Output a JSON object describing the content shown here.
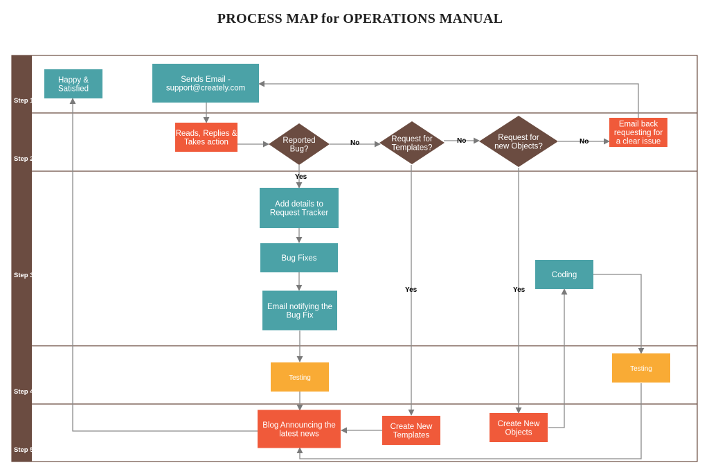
{
  "title": "PROCESS MAP for  OPERATIONS MANUAL",
  "colors": {
    "teal": "#4ba2a7",
    "orange_red": "#f05a3a",
    "amber": "#f9ab35",
    "brown": "#6b4c41",
    "sidebar": "#6b4c41",
    "connector": "#8a8a8a",
    "lane_border": "#6b4c41"
  },
  "lanes": [
    {
      "label": "Step 1"
    },
    {
      "label": "Step 2"
    },
    {
      "label": "Step 3"
    },
    {
      "label": "Step 4"
    },
    {
      "label": "Step 5"
    }
  ],
  "nodes": {
    "happy": {
      "lines": [
        "Happy &",
        "Satisfied"
      ],
      "shape": "rect",
      "color": "teal"
    },
    "sends_email": {
      "lines": [
        "Sends Email -",
        "support@creately.com"
      ],
      "shape": "rect",
      "color": "teal"
    },
    "reads": {
      "lines": [
        "Reads, Replies &",
        "Takes action"
      ],
      "shape": "rect",
      "color": "orange_red"
    },
    "reported_bug": {
      "lines": [
        "Reported",
        "Bug?"
      ],
      "shape": "diamond",
      "color": "brown"
    },
    "req_templates": {
      "lines": [
        "Request for",
        "Templates?"
      ],
      "shape": "diamond",
      "color": "brown"
    },
    "req_objects": {
      "lines": [
        "Request for",
        "new Objects?"
      ],
      "shape": "diamond",
      "color": "brown"
    },
    "email_back": {
      "lines": [
        "Email back",
        "requesting for",
        "a clear issue"
      ],
      "shape": "rect",
      "color": "orange_red"
    },
    "add_details": {
      "lines": [
        "Add details to",
        "Request Tracker"
      ],
      "shape": "rect",
      "color": "teal"
    },
    "bug_fixes": {
      "lines": [
        "Bug Fixes"
      ],
      "shape": "rect",
      "color": "teal"
    },
    "email_notify": {
      "lines": [
        "Email notifying the",
        "Bug Fix"
      ],
      "shape": "rect",
      "color": "teal"
    },
    "coding": {
      "lines": [
        "Coding"
      ],
      "shape": "rect",
      "color": "teal"
    },
    "testing1": {
      "lines": [
        "Testing"
      ],
      "shape": "rect",
      "color": "amber"
    },
    "testing2": {
      "lines": [
        "Testing"
      ],
      "shape": "rect",
      "color": "amber"
    },
    "blog": {
      "lines": [
        "Blog Announcing the",
        "latest news"
      ],
      "shape": "rect",
      "color": "orange_red"
    },
    "create_templates": {
      "lines": [
        "Create New",
        "Templates"
      ],
      "shape": "rect",
      "color": "orange_red"
    },
    "create_objects": {
      "lines": [
        "Create New",
        "Objects"
      ],
      "shape": "rect",
      "color": "orange_red"
    }
  },
  "edge_labels": {
    "no1": "No",
    "no2": "No",
    "no3": "No",
    "yes1": "Yes",
    "yes2": "Yes",
    "yes3": "Yes"
  }
}
